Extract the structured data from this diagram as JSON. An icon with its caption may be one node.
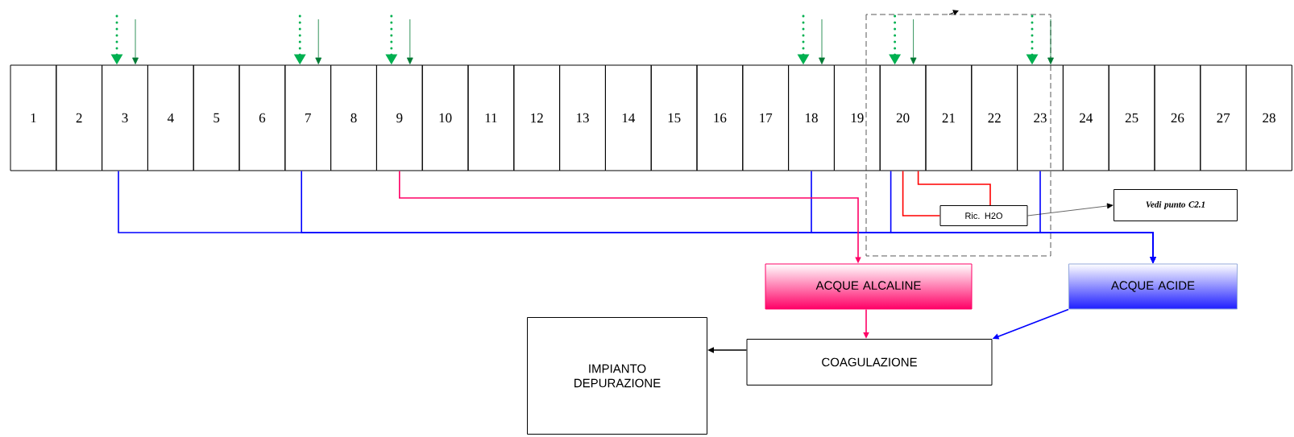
{
  "diagram": {
    "nodes": [
      {
        "text": [
          "1"
        ]
      },
      {
        "text": [
          "2"
        ]
      },
      {
        "text": [
          "3"
        ]
      },
      {
        "text": [
          "4"
        ]
      },
      {
        "text": [
          "5"
        ]
      },
      {
        "text": [
          "6"
        ]
      },
      {
        "text": [
          "7"
        ]
      },
      {
        "text": [
          "8"
        ]
      },
      {
        "text": [
          "9"
        ]
      },
      {
        "text": [
          "10"
        ]
      },
      {
        "text": [
          "11"
        ]
      },
      {
        "text": [
          "12"
        ]
      },
      {
        "text": [
          "13"
        ]
      },
      {
        "text": [
          "14"
        ]
      },
      {
        "text": [
          "15"
        ]
      },
      {
        "text": [
          "16"
        ]
      },
      {
        "text": [
          "17"
        ]
      },
      {
        "text": [
          "18"
        ]
      },
      {
        "text": [
          "19"
        ]
      },
      {
        "text": [
          "20"
        ]
      },
      {
        "text": [
          "21"
        ]
      },
      {
        "text": [
          "22"
        ]
      },
      {
        "text": [
          "23"
        ]
      },
      {
        "text": [
          "24"
        ]
      },
      {
        "text": [
          "25"
        ]
      },
      {
        "text": [
          "26"
        ]
      },
      {
        "text": [
          "27"
        ]
      },
      {
        "text": [
          "28"
        ]
      },
      {
        "text": [
          "ACQUE ALCALINE"
        ]
      },
      {
        "text": [
          "ACQUE ACIDE"
        ]
      },
      {
        "text": [
          "COAGULAZIONE"
        ]
      },
      {
        "text": [
          "IMPIANTO DEPURAZIONE"
        ]
      },
      {
        "text": [
          "Ric. H2O"
        ]
      },
      {
        "text": [
          "Vedi punto C2.1"
        ]
      }
    ],
    "edges": [
      {
        "from": null,
        "to": 2,
        "arrow": "to",
        "style": "dashed",
        "color": "#00b050"
      },
      {
        "from": null,
        "to": 2,
        "arrow": "to",
        "color": "#007a33"
      },
      {
        "from": null,
        "to": 6,
        "arrow": "to",
        "style": "dashed",
        "color": "#00b050"
      },
      {
        "from": null,
        "to": 6,
        "arrow": "to",
        "color": "#007a33"
      },
      {
        "from": null,
        "to": 8,
        "arrow": "to",
        "style": "dashed",
        "color": "#00b050"
      },
      {
        "from": null,
        "to": 8,
        "arrow": "to",
        "color": "#007a33"
      },
      {
        "from": null,
        "to": 17,
        "arrow": "to",
        "style": "dashed",
        "color": "#00b050"
      },
      {
        "from": null,
        "to": 17,
        "arrow": "to",
        "color": "#007a33"
      },
      {
        "from": null,
        "to": 19,
        "arrow": "to",
        "style": "dashed",
        "color": "#00b050"
      },
      {
        "from": null,
        "to": 19,
        "arrow": "to",
        "color": "#007a33"
      },
      {
        "from": null,
        "to": 22,
        "arrow": "to",
        "style": "dashed",
        "color": "#00b050"
      },
      {
        "from": null,
        "to": 22,
        "arrow": "to",
        "color": "#007a33"
      },
      {
        "from": 2,
        "to": 29,
        "arrow": "to",
        "color": "#0000ff"
      },
      {
        "from": 6,
        "to": 29,
        "arrow": "to",
        "color": "#0000ff"
      },
      {
        "from": 17,
        "to": 29,
        "arrow": "to",
        "color": "#0000ff"
      },
      {
        "from": 19,
        "to": 29,
        "arrow": "to",
        "color": "#0000ff"
      },
      {
        "from": 22,
        "to": 29,
        "arrow": "to",
        "color": "#0000ff"
      },
      {
        "from": 8,
        "to": 28,
        "arrow": "to",
        "color": "#ff0066"
      },
      {
        "from": 19,
        "to": 32,
        "arrow": "none",
        "color": "#ff0000"
      },
      {
        "from": 19,
        "to": 32,
        "arrow": "none",
        "color": "#ff0000"
      },
      {
        "from": 32,
        "to": 33,
        "arrow": "to",
        "color": "#000000"
      },
      {
        "from": 28,
        "to": 30,
        "arrow": "to",
        "color": "#ff0066"
      },
      {
        "from": 29,
        "to": 30,
        "arrow": "to",
        "color": "#0000ff"
      },
      {
        "from": 30,
        "to": 31,
        "arrow": "to",
        "color": "#000000"
      }
    ]
  }
}
